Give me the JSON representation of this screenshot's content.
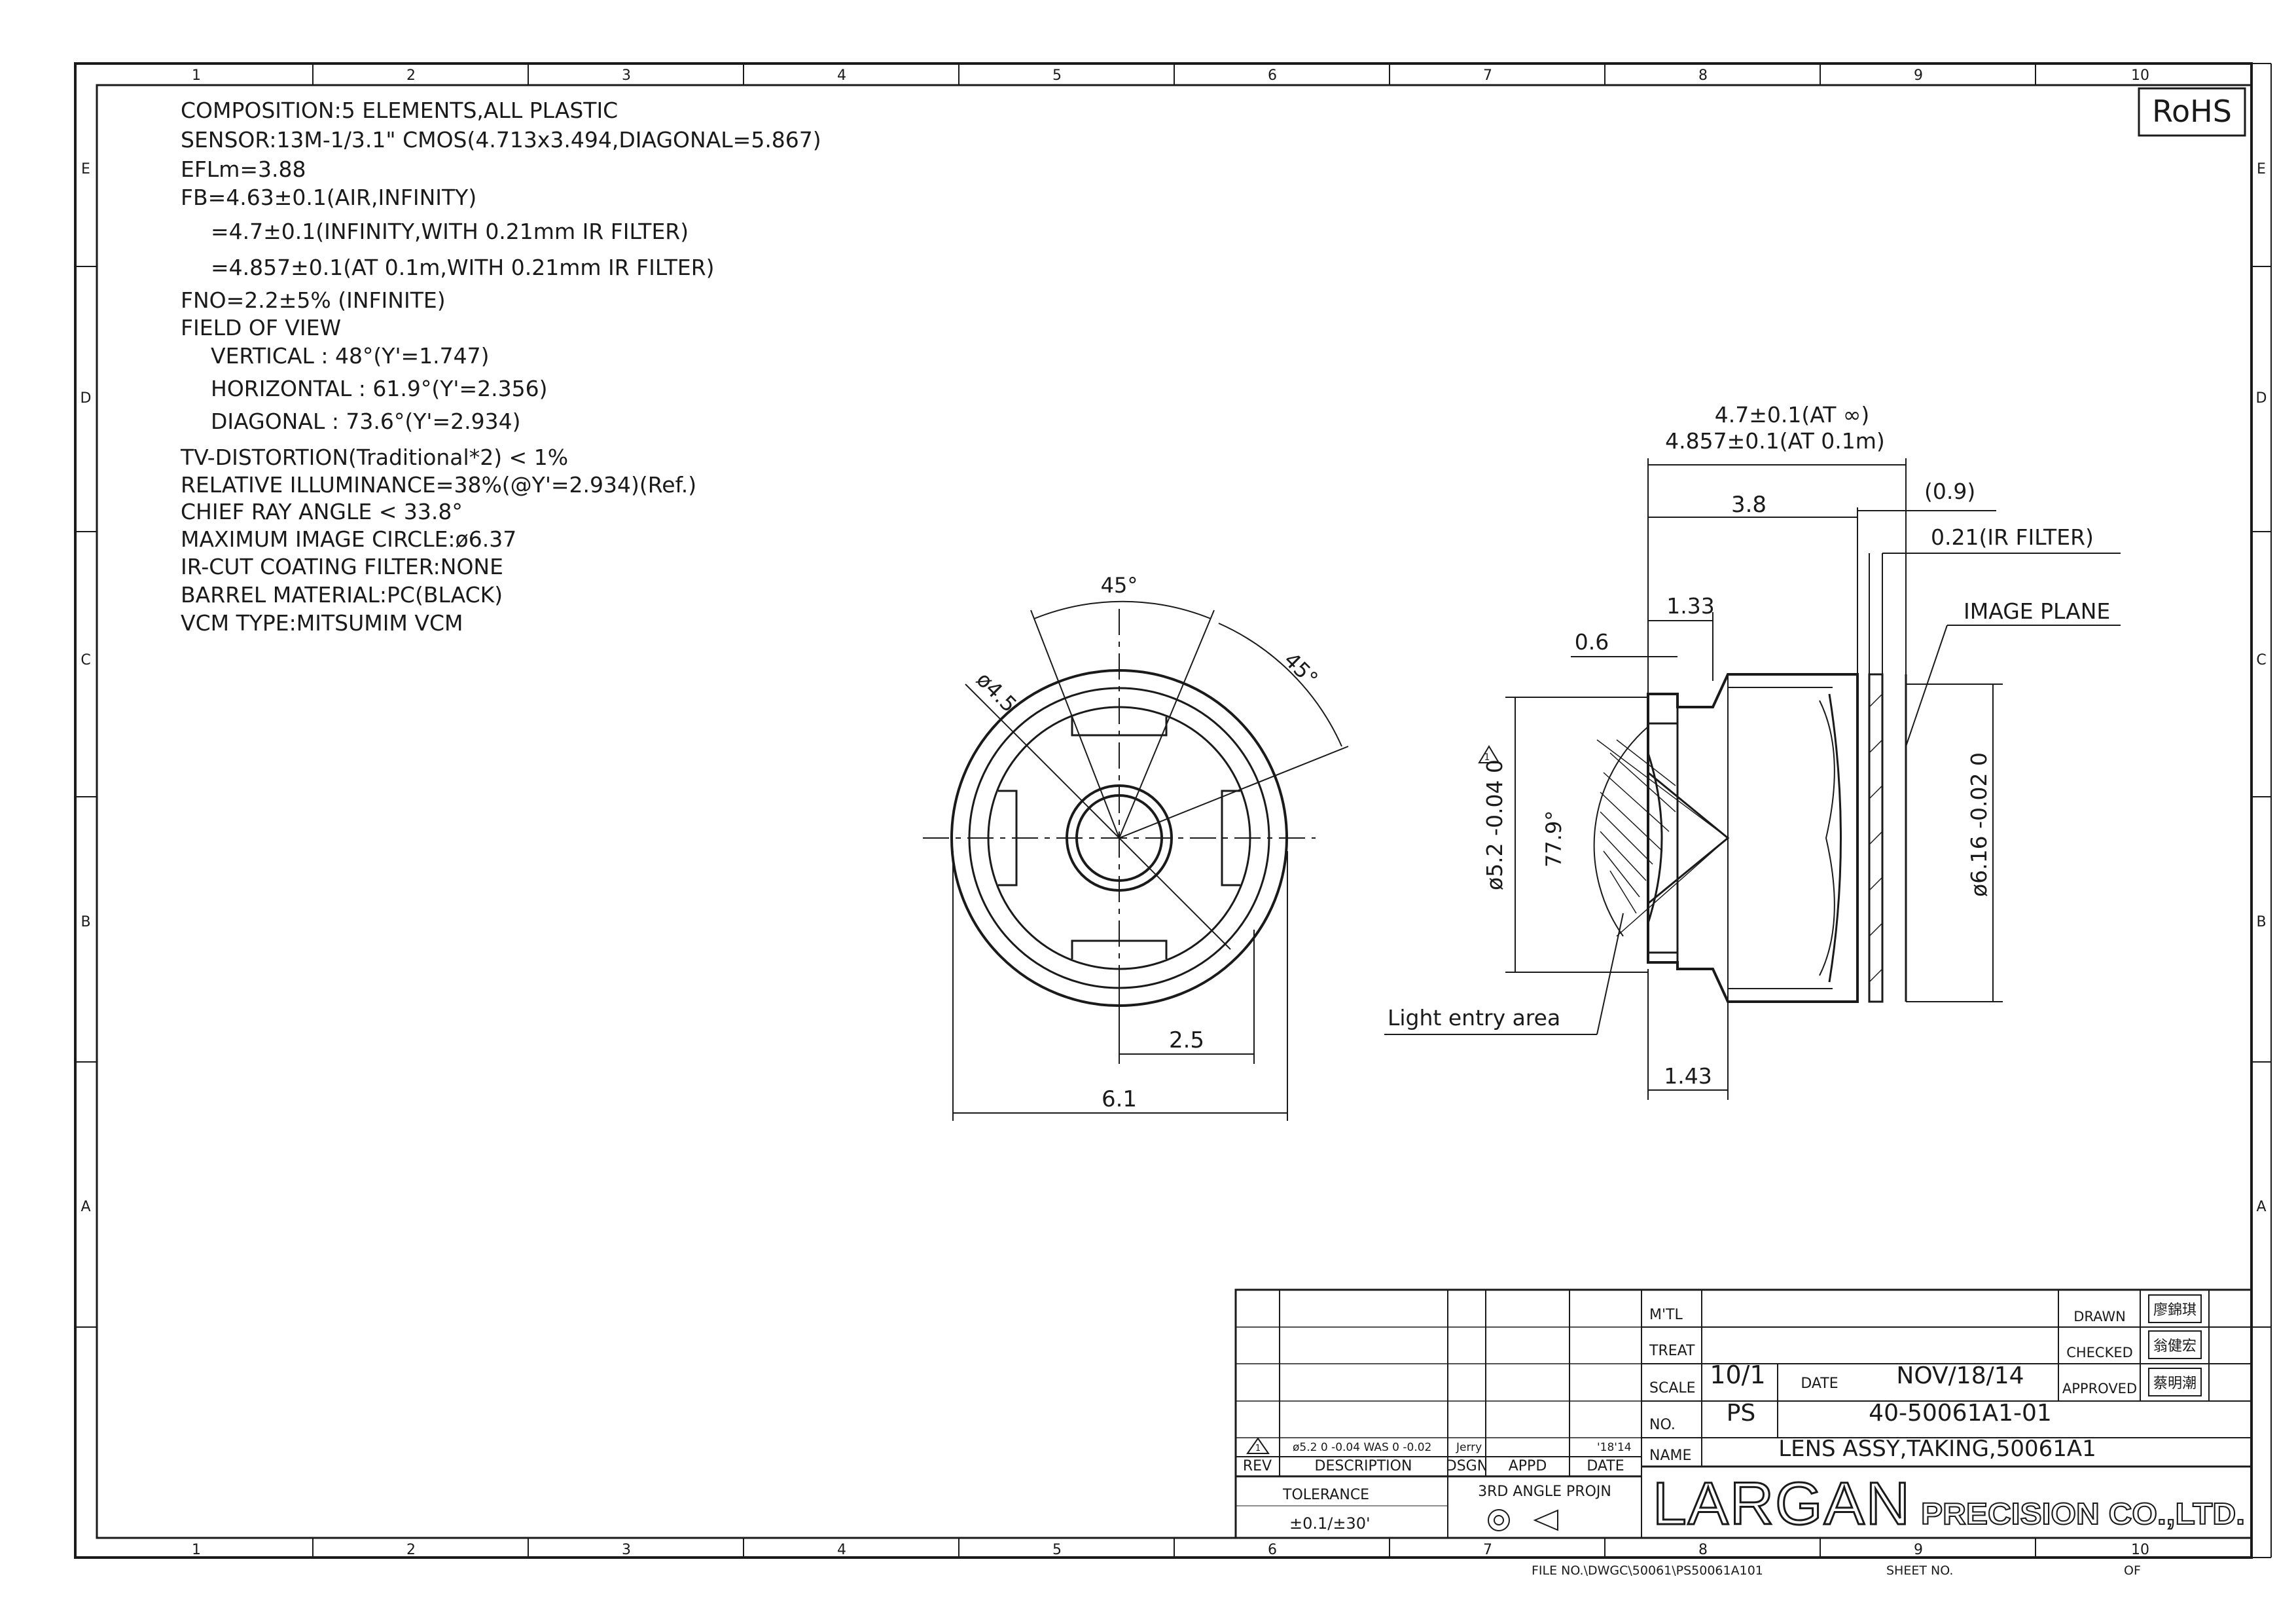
{
  "border": {
    "columns": [
      "1",
      "2",
      "3",
      "4",
      "5",
      "6",
      "7",
      "8",
      "9",
      "10"
    ],
    "rows": [
      "E",
      "D",
      "C",
      "B",
      "A"
    ]
  },
  "rohs": "RoHS",
  "specs": [
    "COMPOSITION:5 ELEMENTS,ALL PLASTIC",
    "SENSOR:13M-1/3.1\" CMOS(4.713x3.494,DIAGONAL=5.867)",
    "EFLm=3.88",
    "FB=4.63±0.1(AIR,INFINITY)",
    "=4.7±0.1(INFINITY,WITH 0.21mm IR FILTER)",
    "=4.857±0.1(AT 0.1m,WITH 0.21mm IR FILTER)",
    "FNO=2.2±5% (INFINITE)",
    "FIELD OF VIEW",
    "VERTICAL : 48°(Y'=1.747)",
    "HORIZONTAL : 61.9°(Y'=2.356)",
    "DIAGONAL : 73.6°(Y'=2.934)",
    "TV-DISTORTION(Traditional*2) < 1%",
    "RELATIVE ILLUMINANCE=38%(@Y'=2.934)(Ref.)",
    "CHIEF RAY ANGLE < 33.8°",
    "MAXIMUM IMAGE CIRCLE:ø6.37",
    "IR-CUT COATING FILTER:NONE",
    "BARREL MATERIAL:PC(BLACK)",
    "VCM TYPE:MITSUMIM VCM"
  ],
  "front_view": {
    "angle_top": "45°",
    "angle_right": "45°",
    "dia_label": "ø4.5",
    "dim_small": "2.5",
    "dim_overall": "6.1"
  },
  "side_view": {
    "fb_infinity": "4.7±0.1(AT ∞)",
    "fb_01m": "4.857±0.1(AT 0.1m)",
    "length": "3.8",
    "gap": "(0.9)",
    "ir_filter": "0.21(IR FILTER)",
    "d_133": "1.33",
    "d_06": "0.6",
    "image_plane": "IMAGE PLANE",
    "fov": "77.9°",
    "dia_left": "ø5.2 -0.04 0",
    "dia_right": "ø6.16 -0.02 0",
    "light_entry": "Light entry area",
    "d_143": "1.43",
    "rev_marker": "1"
  },
  "title_block": {
    "labels": {
      "mtl": "M'TL",
      "treat": "TREAT",
      "scale": "SCALE",
      "date": "DATE",
      "no": "NO.",
      "name": "NAME",
      "drawn": "DRAWN",
      "checked": "CHECKED",
      "approved": "APPROVED",
      "rev": "REV",
      "description": "DESCRIPTION",
      "dsgn": "DSGN",
      "appd": "APPD",
      "date_col": "DATE",
      "tolerance": "TOLERANCE",
      "projection": "3RD ANGLE PROJN"
    },
    "scale_value": "10/1",
    "date_value": "NOV/18/14",
    "prefix": "PS",
    "part_no": "40-50061A1-01",
    "part_name": "LENS ASSY,TAKING,50061A1",
    "revision": {
      "mark": "1",
      "description": "ø5.2 0 -0.04 WAS 0 -0.02",
      "designer": "Jerry",
      "date": "'18'14"
    },
    "tolerance_value": "±0.1/±30'",
    "signatures": [
      "廖錦琪",
      "翁健宏",
      "蔡明潮"
    ],
    "company_logo": "LARGAN",
    "company_suffix": "PRECISION CO.,LTD."
  },
  "footer": {
    "file_no": "FILE NO.\\DWGC\\50061\\PS50061A101",
    "sheet": "SHEET NO.",
    "of": "OF"
  }
}
